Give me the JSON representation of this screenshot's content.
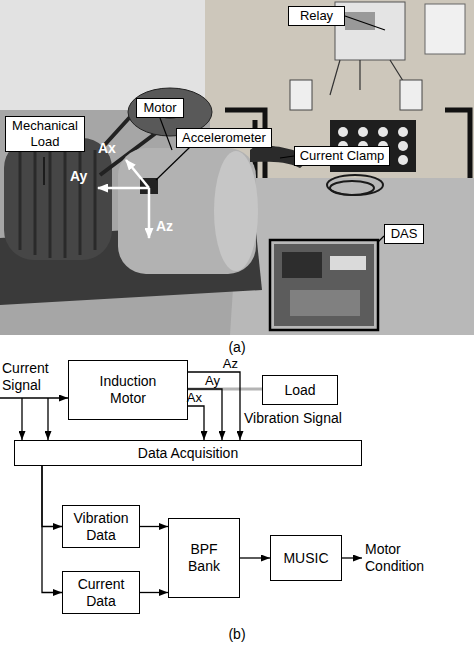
{
  "diagram": {
    "nodes": [
      {
        "text": [
          "Induction Motor"
        ]
      },
      {
        "text": [
          "Load"
        ]
      },
      {
        "text": [
          "Data Acquisition"
        ]
      },
      {
        "text": [
          "Vibration Data"
        ]
      },
      {
        "text": [
          "Current Data"
        ]
      },
      {
        "text": [
          "BPF Bank"
        ]
      },
      {
        "text": [
          "MUSIC"
        ]
      }
    ],
    "edges": [
      {
        "from": 0,
        "to": 1,
        "arrow": "none"
      },
      {
        "from": 0,
        "to": 2,
        "arrow": "to",
        "label": "Ax"
      },
      {
        "from": 0,
        "to": 2,
        "arrow": "to",
        "label": "Ay"
      },
      {
        "from": 0,
        "to": 2,
        "arrow": "to",
        "label": "Az"
      },
      {
        "from": 2,
        "to": 3,
        "arrow": "to"
      },
      {
        "from": 2,
        "to": 4,
        "arrow": "to"
      },
      {
        "from": 3,
        "to": 5,
        "arrow": "to"
      },
      {
        "from": 4,
        "to": 5,
        "arrow": "to"
      },
      {
        "from": 5,
        "to": 6,
        "arrow": "to"
      }
    ],
    "labels": [
      "Relay",
      "Motor",
      "Mechanical Load",
      "Accelerometer",
      "Current Clamp",
      "DAS",
      "Ax",
      "Ay",
      "Az",
      "(a)",
      "Current Signal",
      "Vibration Signal",
      "Motor Condition",
      "(b)"
    ]
  }
}
